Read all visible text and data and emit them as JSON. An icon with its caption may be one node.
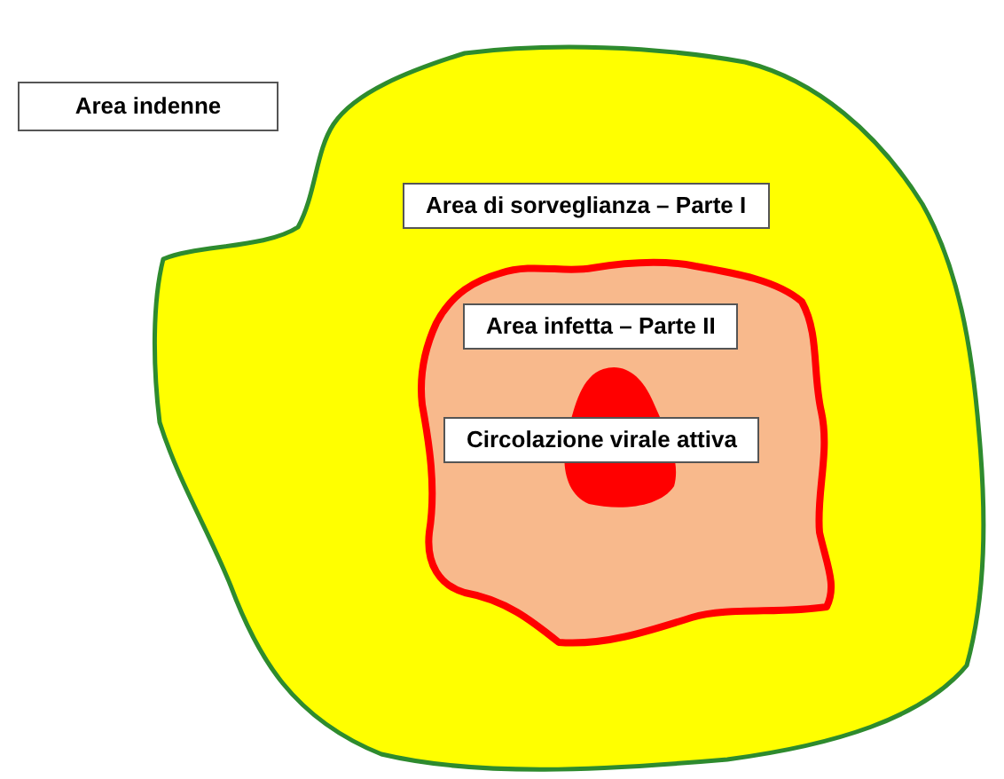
{
  "diagram": {
    "nodes": [
      {
        "text": [
          "Area indenne"
        ]
      },
      {
        "text": [],
        "shape": "region"
      },
      {
        "text": [
          "Area di sorveglianza – Parte I"
        ],
        "in": 1
      },
      {
        "text": [],
        "shape": "region",
        "in": 1
      },
      {
        "text": [
          "Area infetta – Parte II"
        ],
        "in": 3
      },
      {
        "text": [],
        "shape": "blob",
        "in": 3
      },
      {
        "text": [
          "Circolazione virale attiva"
        ],
        "in": 3
      }
    ]
  }
}
